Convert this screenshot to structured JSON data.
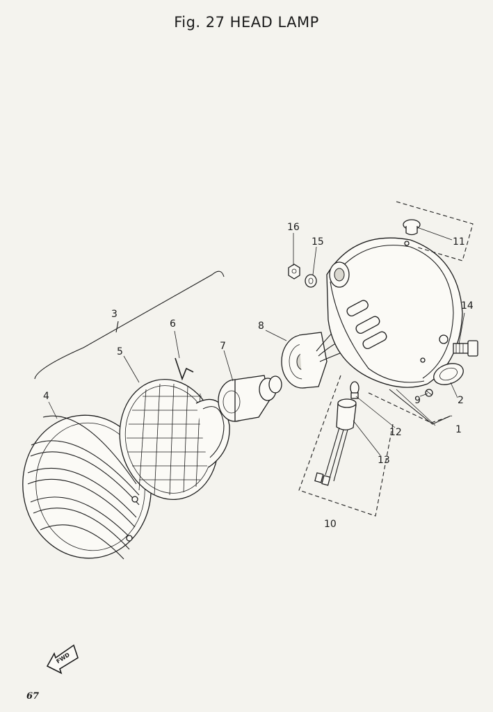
{
  "title": "Fig. 27 HEAD LAMP",
  "page_number": "67",
  "fwd_label": "FWD",
  "callouts": {
    "c1": "1",
    "c2": "2",
    "c3": "3",
    "c4": "4",
    "c5": "5",
    "c6": "6",
    "c7": "7",
    "c8": "8",
    "c9": "9",
    "c10": "10",
    "c11": "11",
    "c12": "12",
    "c13": "13",
    "c14": "14",
    "c15": "15",
    "c16": "16"
  }
}
